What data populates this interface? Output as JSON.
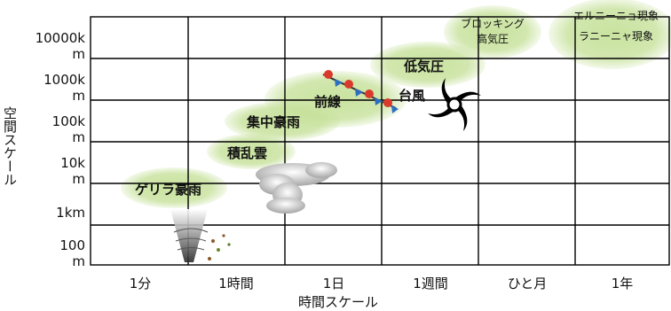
{
  "y_axis": {
    "title": "空間スケール",
    "ticks": [
      {
        "top": "10000k",
        "bottom": "m"
      },
      {
        "top": "1000k",
        "bottom": "m"
      },
      {
        "top": "100k",
        "bottom": "m"
      },
      {
        "top": "10k",
        "bottom": "m"
      },
      {
        "top": "1km",
        "bottom": ""
      },
      {
        "top": "100",
        "bottom": "m"
      }
    ]
  },
  "x_axis": {
    "title": "時間スケール",
    "ticks": [
      "1分",
      "1時間",
      "1日",
      "1週間",
      "ひと月",
      "1年"
    ]
  },
  "phenomena": {
    "guerrilla": "ゲリラ豪雨",
    "cumulonimbus": "積乱雲",
    "concentrated": "集中豪雨",
    "front": "前線",
    "low_pressure": "低気圧",
    "typhoon": "台風",
    "blocking_1": "ブロッキング",
    "blocking_2": "高気圧",
    "elnino_1": "エルニーニョ現象",
    "elnino_2": "ラニーニャ現象"
  },
  "colors": {
    "blob_fill": "#b9d98a",
    "grid": "#000000",
    "front_red": "#d93a2b",
    "front_blue": "#2c6fc2"
  }
}
